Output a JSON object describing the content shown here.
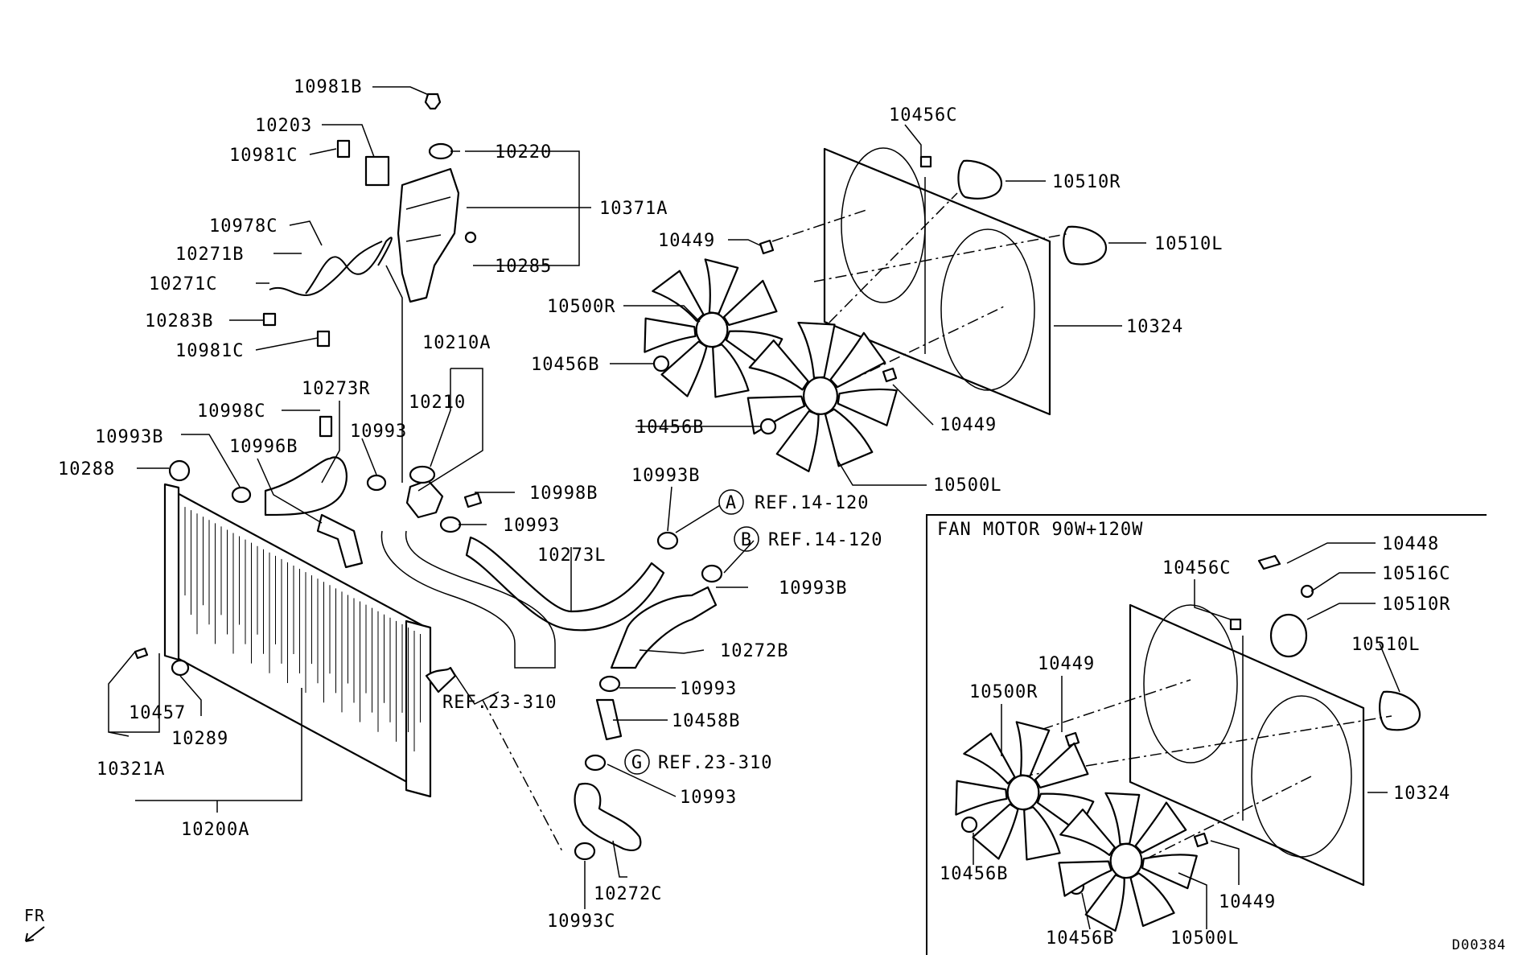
{
  "diagram_code": "D00384",
  "front_marker": "FR",
  "inset_title": "FAN MOTOR 90W+120W",
  "labels": [
    {
      "id": "l1",
      "text": "10981B"
    },
    {
      "id": "l2",
      "text": "10203"
    },
    {
      "id": "l3",
      "text": "10981C"
    },
    {
      "id": "l4",
      "text": "10220"
    },
    {
      "id": "l5",
      "text": "10371A"
    },
    {
      "id": "l6",
      "text": "10978C"
    },
    {
      "id": "l7",
      "text": "10271B"
    },
    {
      "id": "l8",
      "text": "10285"
    },
    {
      "id": "l9",
      "text": "10271C"
    },
    {
      "id": "l10",
      "text": "10283B"
    },
    {
      "id": "l11",
      "text": "10981C"
    },
    {
      "id": "l12",
      "text": "10210A"
    },
    {
      "id": "l13",
      "text": "10210"
    },
    {
      "id": "l14",
      "text": "10273R"
    },
    {
      "id": "l15",
      "text": "10998C"
    },
    {
      "id": "l16",
      "text": "10993"
    },
    {
      "id": "l17",
      "text": "10993B"
    },
    {
      "id": "l18",
      "text": "10996B"
    },
    {
      "id": "l19",
      "text": "10288"
    },
    {
      "id": "l20",
      "text": "10998B"
    },
    {
      "id": "l21",
      "text": "10993"
    },
    {
      "id": "l22",
      "text": "10993B"
    },
    {
      "id": "l23",
      "text": "10273L"
    },
    {
      "id": "l24",
      "text": "REF.14-120"
    },
    {
      "id": "l25",
      "text": "REF.14-120"
    },
    {
      "id": "l26",
      "text": "10993B"
    },
    {
      "id": "l27",
      "text": "10272B"
    },
    {
      "id": "l28",
      "text": "10993"
    },
    {
      "id": "l29",
      "text": "10458B"
    },
    {
      "id": "l30",
      "text": "REF.23-310"
    },
    {
      "id": "l31",
      "text": "REF.23-310"
    },
    {
      "id": "l32",
      "text": "10993"
    },
    {
      "id": "l33",
      "text": "10272C"
    },
    {
      "id": "l34",
      "text": "10993C"
    },
    {
      "id": "l35",
      "text": "10457"
    },
    {
      "id": "l36",
      "text": "10289"
    },
    {
      "id": "l37",
      "text": "10321A"
    },
    {
      "id": "l38",
      "text": "10200A"
    },
    {
      "id": "l39",
      "text": "10456C"
    },
    {
      "id": "l40",
      "text": "10510R"
    },
    {
      "id": "l41",
      "text": "10510L"
    },
    {
      "id": "l42",
      "text": "10449"
    },
    {
      "id": "l43",
      "text": "10500R"
    },
    {
      "id": "l44",
      "text": "10324"
    },
    {
      "id": "l45",
      "text": "10456B"
    },
    {
      "id": "l46",
      "text": "10456B"
    },
    {
      "id": "l47",
      "text": "10449"
    },
    {
      "id": "l48",
      "text": "10500L"
    },
    {
      "id": "l49",
      "text": "10448"
    },
    {
      "id": "l50",
      "text": "10456C"
    },
    {
      "id": "l51",
      "text": "10516C"
    },
    {
      "id": "l52",
      "text": "10510R"
    },
    {
      "id": "l53",
      "text": "10449"
    },
    {
      "id": "l54",
      "text": "10510L"
    },
    {
      "id": "l55",
      "text": "10500R"
    },
    {
      "id": "l56",
      "text": "10324"
    },
    {
      "id": "l57",
      "text": "10456B"
    },
    {
      "id": "l58",
      "text": "10449"
    },
    {
      "id": "l59",
      "text": "10456B"
    },
    {
      "id": "l60",
      "text": "10500L"
    }
  ],
  "callouts": [
    {
      "id": "cA",
      "letter": "A"
    },
    {
      "id": "cB",
      "letter": "B"
    },
    {
      "id": "cG",
      "letter": "G"
    }
  ]
}
